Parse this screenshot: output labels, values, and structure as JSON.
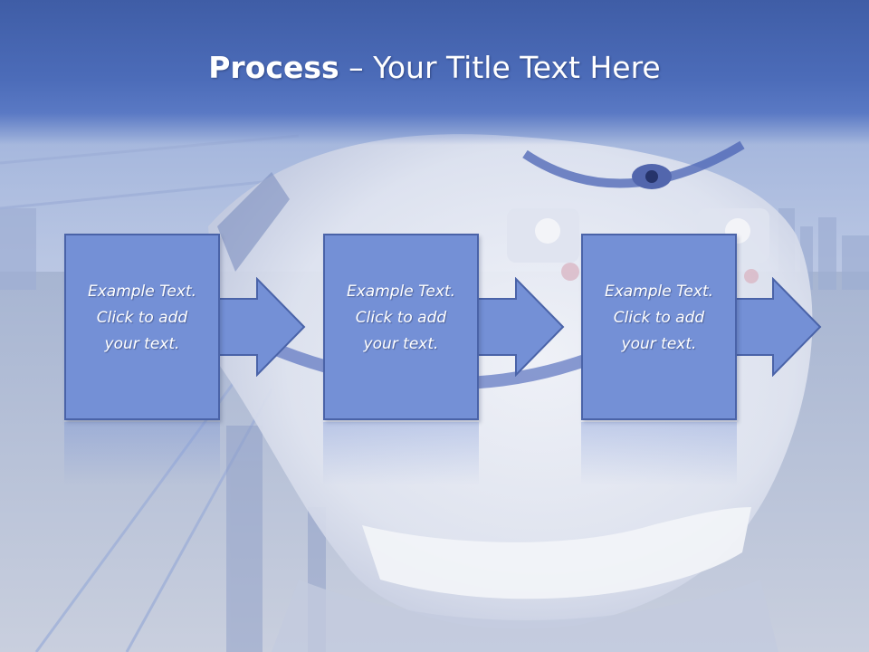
{
  "title": {
    "bold": "Process",
    "rest": " – Your Title Text Here"
  },
  "steps": [
    {
      "text": "Example Text.\nClick  to add\nyour text."
    },
    {
      "text": "Example Text.\nClick  to add\nyour text."
    },
    {
      "text": "Example Text.\nClick  to add\nyour text."
    }
  ],
  "colors": {
    "title_band": "#4c6cb9",
    "box_fill": "#7490d6",
    "box_border": "#4a63a8",
    "arrow_fill": "#7490d6"
  },
  "icons": [
    "arrow-right-icon"
  ]
}
